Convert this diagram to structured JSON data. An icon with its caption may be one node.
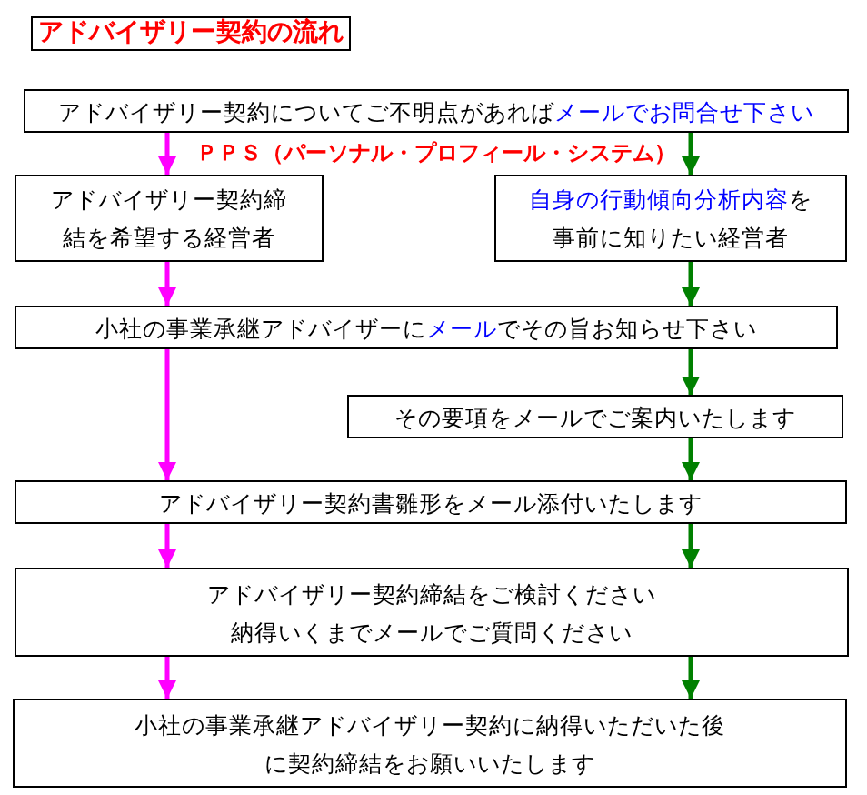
{
  "diagram": {
    "title": "アドバイザリー契約の流れ",
    "nodes": [
      {
        "text": [
          "アドバイザリー契約についてご不明点があれば",
          "メールでお問合せ下さい"
        ]
      },
      {
        "text": [
          "アドバイザリー契約締結を希望する経営者"
        ]
      },
      {
        "text": [
          "自身の行動傾向分析内容",
          "を事前に知りたい経営者"
        ],
        "beside": [
          "ＰＰＳ（パーソナル・プロフィール・システム）"
        ]
      },
      {
        "text": [
          "小社の事業承継アドバイザーに",
          "メール",
          "でその旨お知らせ下さい"
        ]
      },
      {
        "text": [
          "その要項をメールでご案内いたします"
        ]
      },
      {
        "text": [
          "アドバイザリー契約書雛形をメール添付いたします"
        ]
      },
      {
        "text": [
          "アドバイザリー契約締結をご検討ください",
          "納得いくまでメールでご質問ください"
        ]
      },
      {
        "text": [
          "小社の事業承継アドバイザリー契約に納得いただいた後に契約締結をお願いいたします"
        ]
      }
    ],
    "edges": [
      {
        "from": 0,
        "to": 1,
        "arrow": "to",
        "color": "#ff00ff"
      },
      {
        "from": 1,
        "to": 3,
        "arrow": "to",
        "color": "#ff00ff"
      },
      {
        "from": 3,
        "to": 5,
        "arrow": "to",
        "color": "#ff00ff"
      },
      {
        "from": 5,
        "to": 6,
        "arrow": "to",
        "color": "#ff00ff"
      },
      {
        "from": 6,
        "to": 7,
        "arrow": "to",
        "color": "#ff00ff"
      },
      {
        "from": 0,
        "to": 2,
        "arrow": "to",
        "color": "#008000"
      },
      {
        "from": 2,
        "to": 3,
        "arrow": "to",
        "color": "#008000"
      },
      {
        "from": 3,
        "to": 4,
        "arrow": "to",
        "color": "#008000"
      },
      {
        "from": 4,
        "to": 5,
        "arrow": "to",
        "color": "#008000"
      },
      {
        "from": 5,
        "to": 6,
        "arrow": "to",
        "color": "#008000"
      },
      {
        "from": 6,
        "to": 7,
        "arrow": "to",
        "color": "#008000"
      }
    ]
  }
}
